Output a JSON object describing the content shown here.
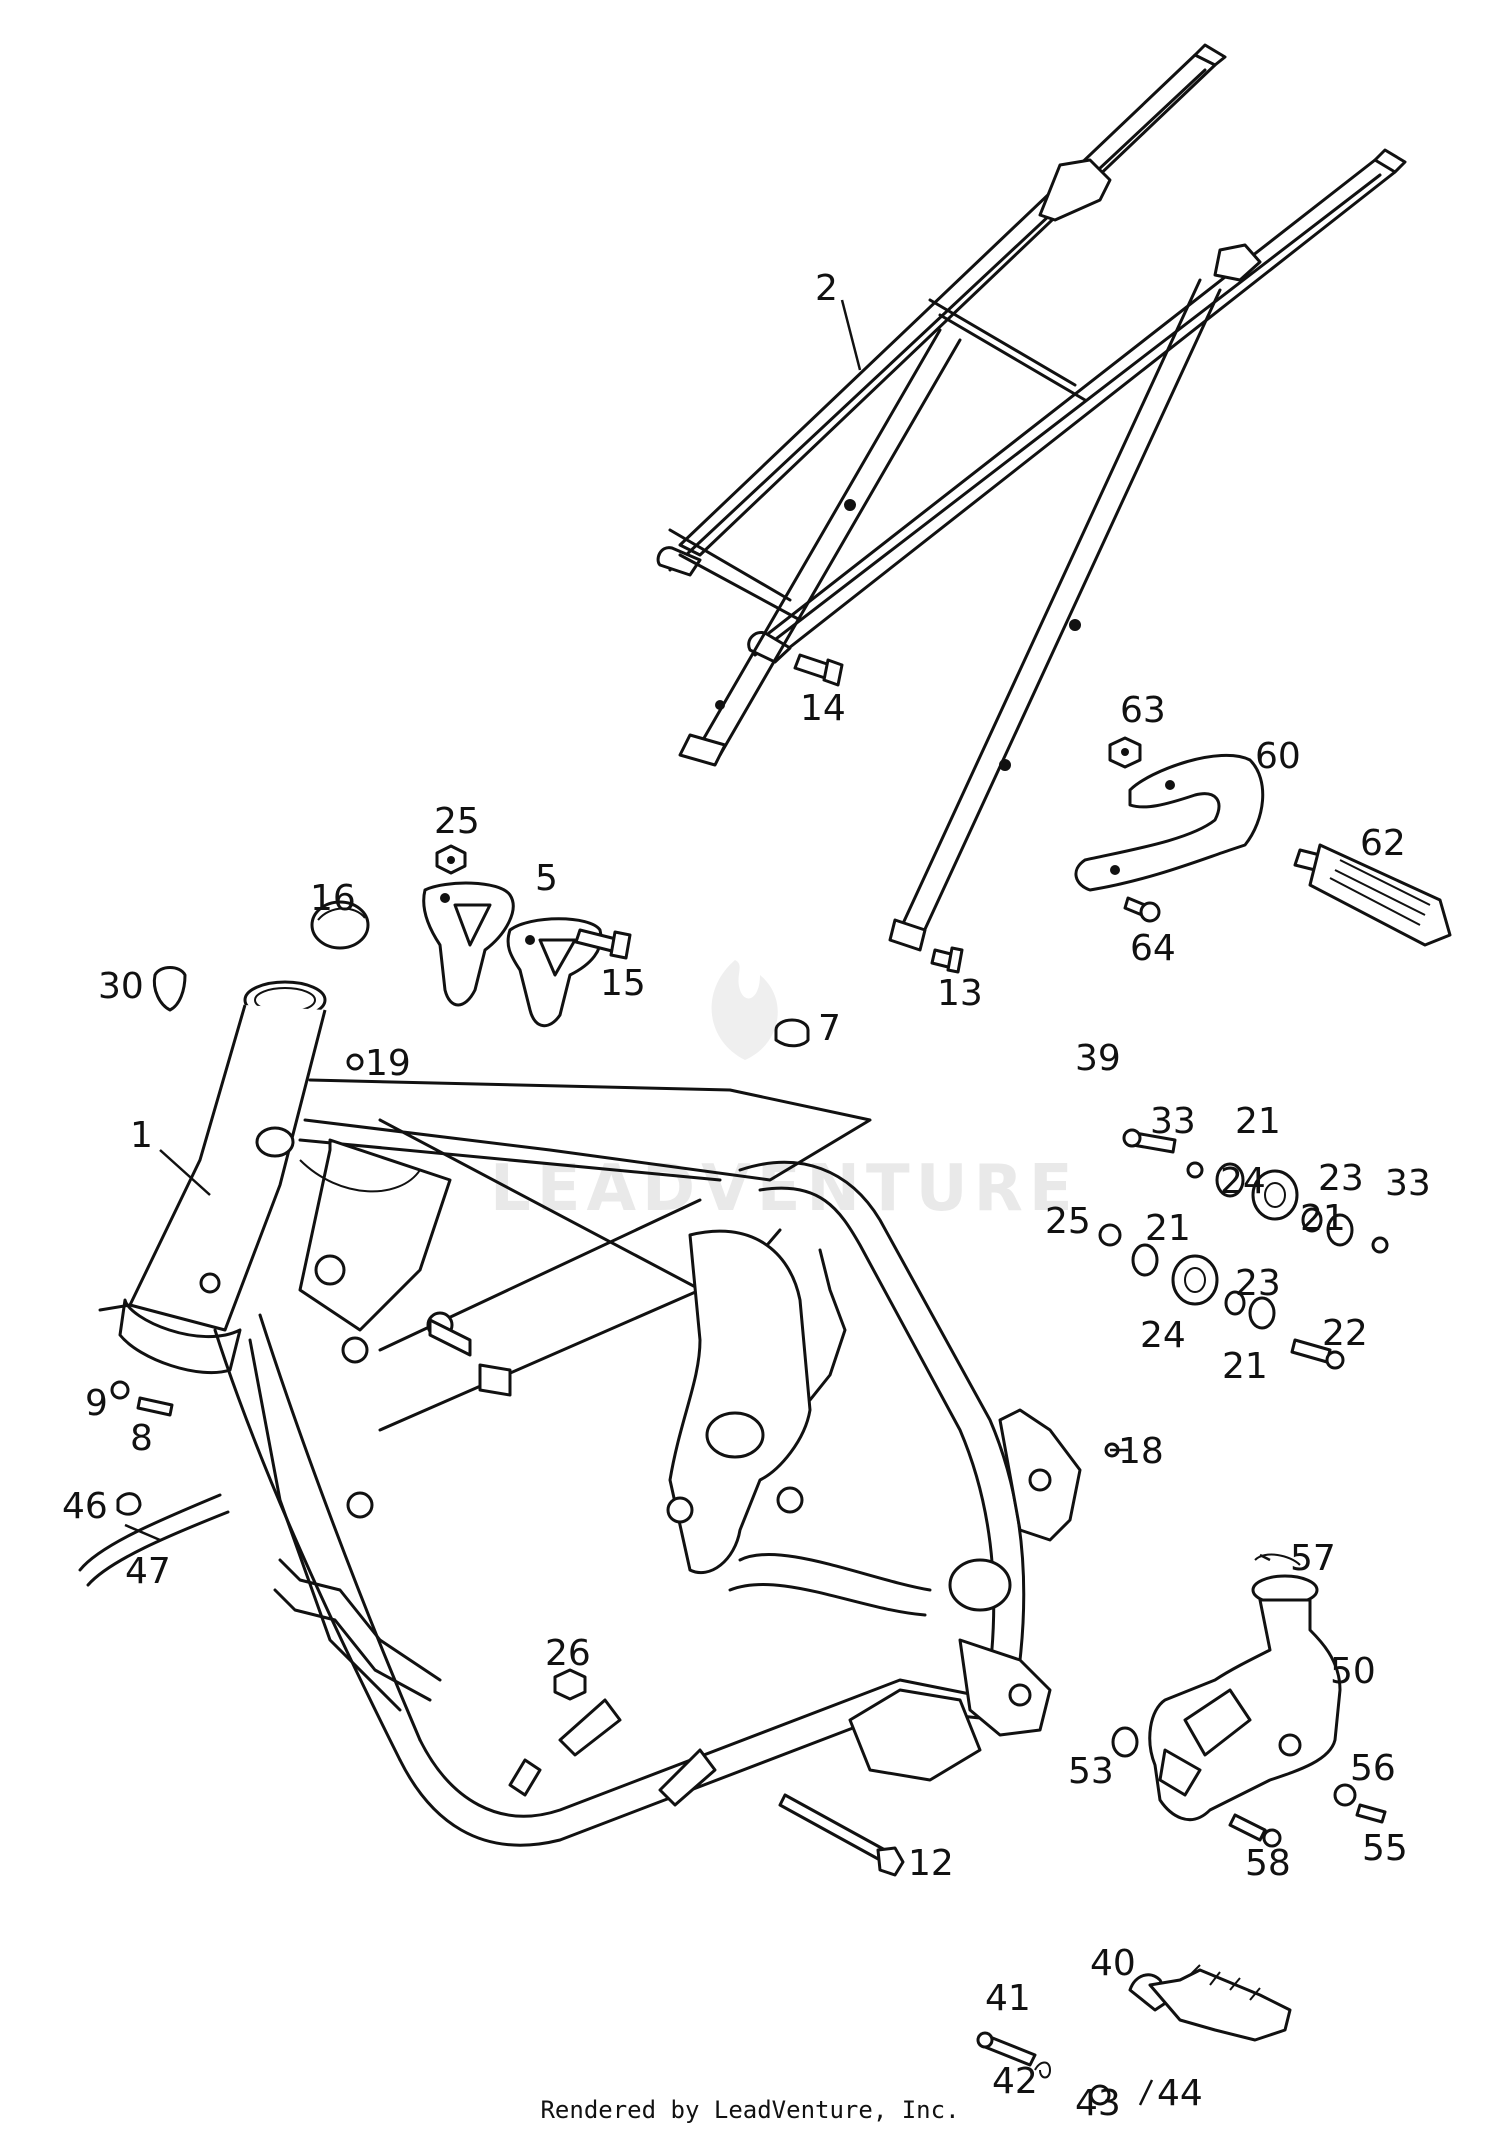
{
  "watermark": "LEADVENTURE",
  "footer": "Rendered by LeadVenture, Inc.",
  "callouts": {
    "c1": "1",
    "c2": "2",
    "c5": "5",
    "c7": "7",
    "c8": "8",
    "c9": "9",
    "c12": "12",
    "c13": "13",
    "c14": "14",
    "c15": "15",
    "c16": "16",
    "c18": "18",
    "c19": "19",
    "c21a": "21",
    "c21b": "21",
    "c21c": "21",
    "c21d": "21",
    "c22": "22",
    "c23a": "23",
    "c23b": "23",
    "c24a": "24",
    "c24b": "24",
    "c25a": "25",
    "c25b": "25",
    "c26": "26",
    "c30": "30",
    "c33a": "33",
    "c33b": "33",
    "c39": "39",
    "c40": "40",
    "c41": "41",
    "c42": "42",
    "c43": "43",
    "c44": "44",
    "c46": "46",
    "c47": "47",
    "c50": "50",
    "c53": "53",
    "c55": "55",
    "c56": "56",
    "c57": "57",
    "c58": "58",
    "c60": "60",
    "c62": "62",
    "c63": "63",
    "c64": "64"
  }
}
